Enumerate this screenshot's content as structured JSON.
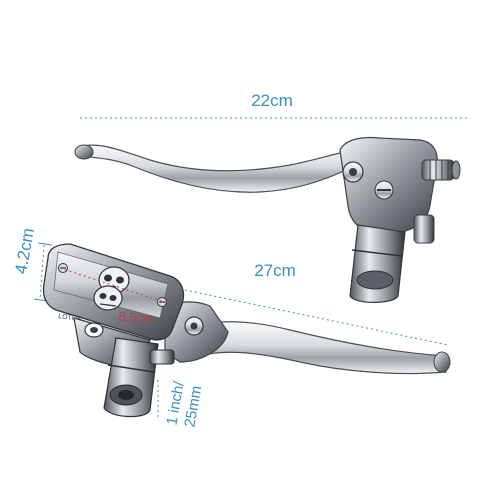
{
  "dimensions": {
    "upper_lever_length": "22cm",
    "lower_lever_length": "27cm",
    "reservoir_height": "4.2cm",
    "reservoir_width": "8.5cm",
    "clamp_size_line1": "1 inch/",
    "clamp_size_line2": "25mm"
  },
  "colors": {
    "dimension_blue": "#3a8fc4",
    "dimension_red": "#c23a4a",
    "chrome_dark": "#555a60",
    "chrome_light": "#e8eaec"
  },
  "icons": {
    "reservoir_emblem": "skull-emblem-icon",
    "mount_screws": "screw-icon"
  },
  "product": {
    "reservoir_engraving": "LOTUS"
  }
}
